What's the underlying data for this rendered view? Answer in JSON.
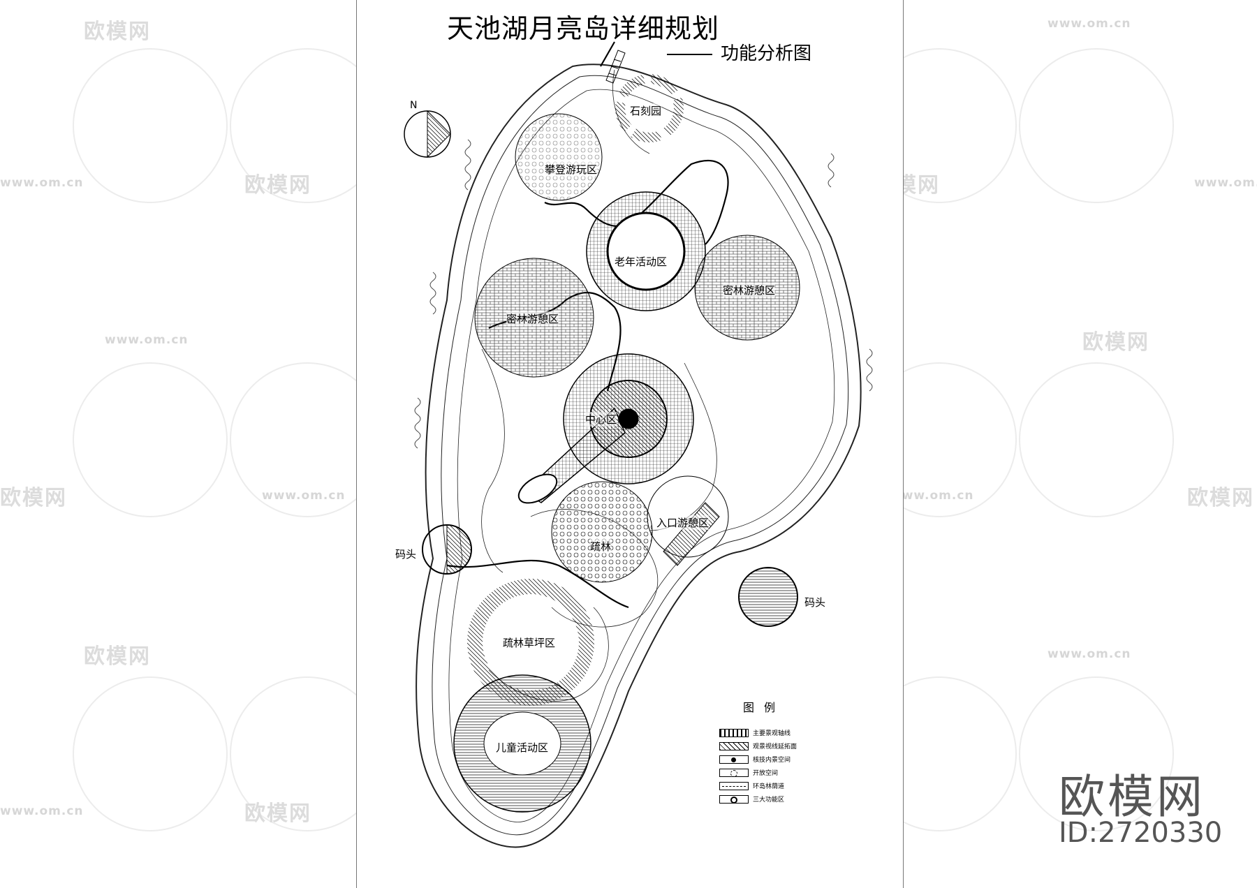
{
  "title": "天池湖月亮岛详细规划",
  "subtitle": "功能分析图",
  "north": "N",
  "zones": {
    "stone_garden": "石刻园",
    "climbing": "攀登游玩区",
    "elderly": "老年活动区",
    "dense_forest_right": "密林游憩区",
    "dense_forest_left": "密林游憩区",
    "center": "中心区",
    "entrance": "入口游憩区",
    "forest": "疏林",
    "pier_left": "码头",
    "pier_right": "码头",
    "sparse_lawn": "疏林草坪区",
    "children": "儿童活动区"
  },
  "legend": {
    "title": "图例",
    "items": [
      "主要景观轴线",
      "观景视线延拓面",
      "核技内景空间",
      "开放空间",
      "环岛林荫道",
      "三大功能区"
    ]
  },
  "watermark": {
    "brand": "欧模网",
    "url": "www.om.cn"
  },
  "brand_mark": "欧模网",
  "brand_id": "ID:2720330"
}
